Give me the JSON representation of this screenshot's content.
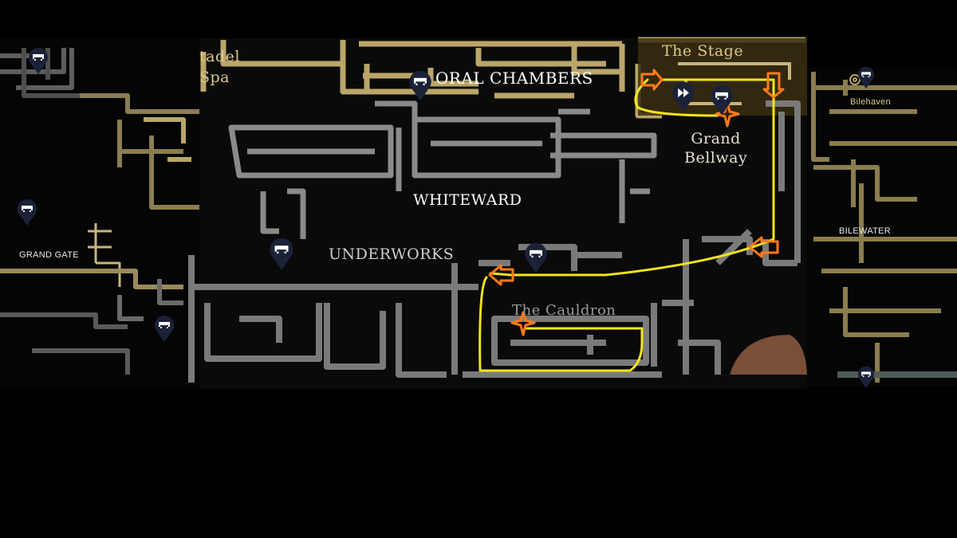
{
  "map": {
    "regions": {
      "citadel_spa": [
        "tadel",
        "Spa"
      ],
      "choral_chambers": "ORAL CHAMBERS",
      "the_stage": "The Stage",
      "grand_bellway": [
        "Grand",
        "Bellway"
      ],
      "whiteward": "WHITEWARD",
      "underworks": "UNDERWORKS",
      "the_cauldron": "The Cauldron",
      "grand_gate": "GRAND GATE",
      "bilehaven": "Bilehaven",
      "bilewater": "BILEWATER"
    },
    "pins": [
      {
        "name": "bench-pin-topleft",
        "type": "bench"
      },
      {
        "name": "bench-pin-grandgate",
        "type": "bench"
      },
      {
        "name": "bench-pin-grandgate-lower",
        "type": "bench"
      },
      {
        "name": "bench-pin-choral",
        "type": "bench"
      },
      {
        "name": "bench-pin-underworks",
        "type": "bench"
      },
      {
        "name": "bench-pin-cauldron",
        "type": "bench"
      },
      {
        "name": "fast-travel-pin-stage",
        "type": "fast-travel"
      },
      {
        "name": "bench-pin-stage",
        "type": "bench"
      },
      {
        "name": "bench-pin-bilehaven",
        "type": "bench"
      },
      {
        "name": "bench-pin-lower-right",
        "type": "bench"
      }
    ],
    "colors": {
      "route": "#f2e51a",
      "marker": "#ff7a1a",
      "pin": "#1b2238",
      "grey_room": "#8a8a8a",
      "gold_room": "#b9a668"
    }
  }
}
